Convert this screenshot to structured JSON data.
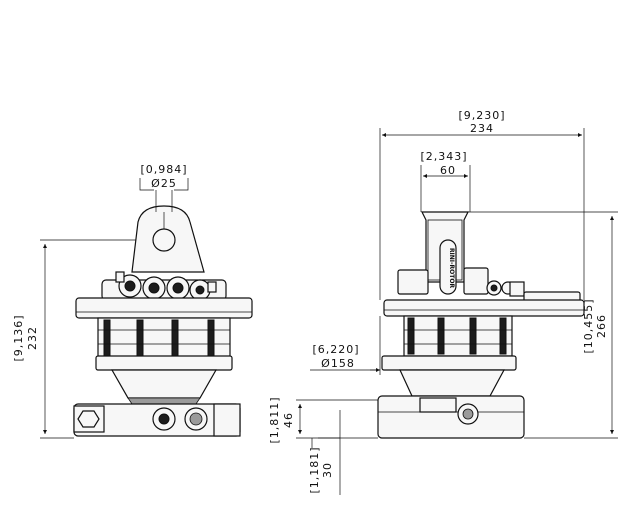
{
  "left_view": {
    "eye_dim": {
      "inch": "[0,984]",
      "mm": "Ø25"
    },
    "height_dim": {
      "inch": "[9,136]",
      "mm": "232"
    }
  },
  "right_view": {
    "width_dim": {
      "inch": "[9,230]",
      "mm": "234"
    },
    "shaft_dim": {
      "inch": "[2,343]",
      "mm": "60"
    },
    "flange_dim": {
      "inch": "[6,220]",
      "mm": "Ø158"
    },
    "height_dim": {
      "inch": "[10,455]",
      "mm": "266"
    },
    "base_dim": {
      "inch": "[1,811]",
      "mm": "46"
    },
    "offset_dim": {
      "inch": "[1,181]",
      "mm": "30"
    },
    "brand": "RINI-ROTOR"
  }
}
